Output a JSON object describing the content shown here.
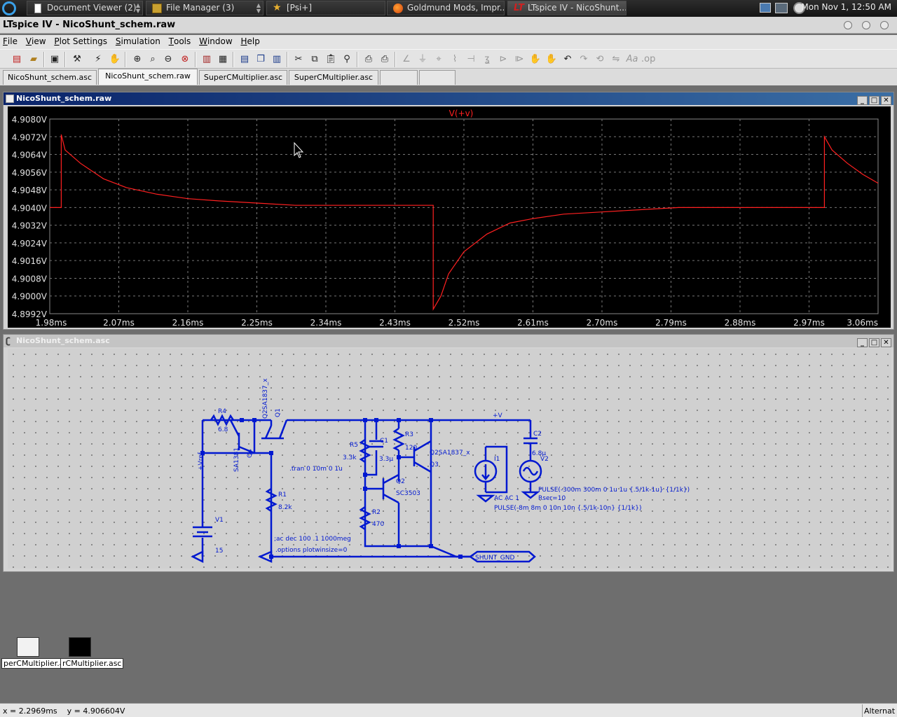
{
  "taskbar": {
    "items": [
      {
        "label": "Document Viewer (2)",
        "icon": "document-icon"
      },
      {
        "label": "File Manager (3)",
        "icon": "folder-icon"
      },
      {
        "label": "[Psi+]",
        "icon": "star-icon"
      },
      {
        "label": "Goldmund Mods, Impr...",
        "icon": "firefox-icon"
      },
      {
        "label": "LTspice IV - NicoShunt...",
        "icon": "ltspice-icon"
      }
    ],
    "clock": "Mon Nov  1, 12:50 AM"
  },
  "app": {
    "title": "LTspice IV - NicoShunt_schem.raw"
  },
  "menu": [
    {
      "label": "File",
      "ul": "F",
      "rest": "ile"
    },
    {
      "label": "View",
      "ul": "V",
      "rest": "iew"
    },
    {
      "label": "Plot Settings",
      "ul": "P",
      "rest": "lot Settings"
    },
    {
      "label": "Simulation",
      "ul": "S",
      "rest": "imulation"
    },
    {
      "label": "Tools",
      "ul": "T",
      "rest": "ools"
    },
    {
      "label": "Window",
      "ul": "W",
      "rest": "indow"
    },
    {
      "label": "Help",
      "ul": "H",
      "rest": "elp"
    }
  ],
  "tabs": [
    {
      "label": "NicoShunt_schem.asc",
      "active": false
    },
    {
      "label": "NicoShunt_schem.raw",
      "active": true
    },
    {
      "label": "SuperCMultiplier.asc",
      "active": false
    },
    {
      "label": "SuperCMultiplier.asc",
      "active": false
    },
    {
      "label": "",
      "active": false
    },
    {
      "label": "",
      "active": false
    }
  ],
  "plot_window": {
    "title": "NicoShunt_schem.raw",
    "trace_label": "V(+v)",
    "trace_color": "#ff2020"
  },
  "chart_data": {
    "type": "line",
    "title": "",
    "series": [
      {
        "name": "V(+v)",
        "x": [
          1.98,
          1.995,
          1.995,
          2.0,
          2.02,
          2.05,
          2.08,
          2.12,
          2.16,
          2.2,
          2.25,
          2.3,
          2.35,
          2.4,
          2.45,
          2.48,
          2.48,
          2.49,
          2.5,
          2.52,
          2.55,
          2.58,
          2.61,
          2.65,
          2.7,
          2.75,
          2.8,
          2.9,
          2.99,
          2.99,
          3.0,
          3.02,
          3.04,
          3.06
        ],
        "y": [
          4.904,
          4.904,
          4.9073,
          4.9066,
          4.906,
          4.9053,
          4.9049,
          4.9046,
          4.9044,
          4.9043,
          4.9042,
          4.9041,
          4.9041,
          4.9041,
          4.9041,
          4.9041,
          4.8994,
          4.9,
          4.901,
          4.902,
          4.9028,
          4.9033,
          4.9035,
          4.9037,
          4.9038,
          4.9039,
          4.904,
          4.904,
          4.904,
          4.9072,
          4.9066,
          4.906,
          4.9055,
          4.9051
        ]
      }
    ],
    "xlim": [
      1.98,
      3.06
    ],
    "ylim": [
      4.8992,
      4.908
    ],
    "x_ticks": [
      "1.98ms",
      "2.07ms",
      "2.16ms",
      "2.25ms",
      "2.34ms",
      "2.43ms",
      "2.52ms",
      "2.61ms",
      "2.70ms",
      "2.79ms",
      "2.88ms",
      "2.97ms",
      "3.06ms"
    ],
    "y_ticks": [
      "4.9080V",
      "4.9072V",
      "4.9064V",
      "4.9056V",
      "4.9048V",
      "4.9040V",
      "4.9032V",
      "4.9024V",
      "4.9016V",
      "4.9008V",
      "4.9000V",
      "4.8992V"
    ],
    "grid": true
  },
  "schematic_window": {
    "title": "NicoShunt_schem.asc",
    "labels": {
      "r4": "R4",
      "r4v": "6.8",
      "q1model": "Q2SA1837_x",
      "q1": "Q1",
      "vref": "+Vref",
      "q4model": "SA1381",
      "q4": "Q4",
      "r1": "R1",
      "r1v": "8.2k",
      "v1": "V1",
      "v1v": "15",
      "tran": ".tran 0 10m 0 1u",
      "ac": ";ac dec 100 .1 1000meg",
      "opts": ".options plotwinsize=0",
      "r5": "R5",
      "r5v": "3.3k",
      "c1": "C1",
      "c1v": "3.3μ",
      "r3": "R3",
      "r3v": "120",
      "q3model": "Q2SA1837_x",
      "q3": "Q3",
      "q2": "Q2",
      "q2model": "SC3503",
      "r2": "R2",
      "r2v": "470",
      "vplus": "+V",
      "i1": "I1",
      "i1src": "AC AC 1",
      "i1pulse": "PULSE(-8m 8m 0 10n 10n {.5/1k-10n} {1/1k})",
      "c2": "C2",
      "c2v": "6.8μ",
      "v2": "V2",
      "v2pulse": "PULSE(-300m 300m 0 1u 1u {.5/1k-1u} {1/1k})",
      "rser": "Rser=10",
      "shunt": "SHUNT_GND"
    }
  },
  "minimized": [
    {
      "label": "perCMultiplier.asc"
    },
    {
      "label": "rCMultiplier.asc"
    }
  ],
  "status": {
    "coords": "x = 2.2969ms    y = 4.906604V",
    "right": "Alternat"
  }
}
